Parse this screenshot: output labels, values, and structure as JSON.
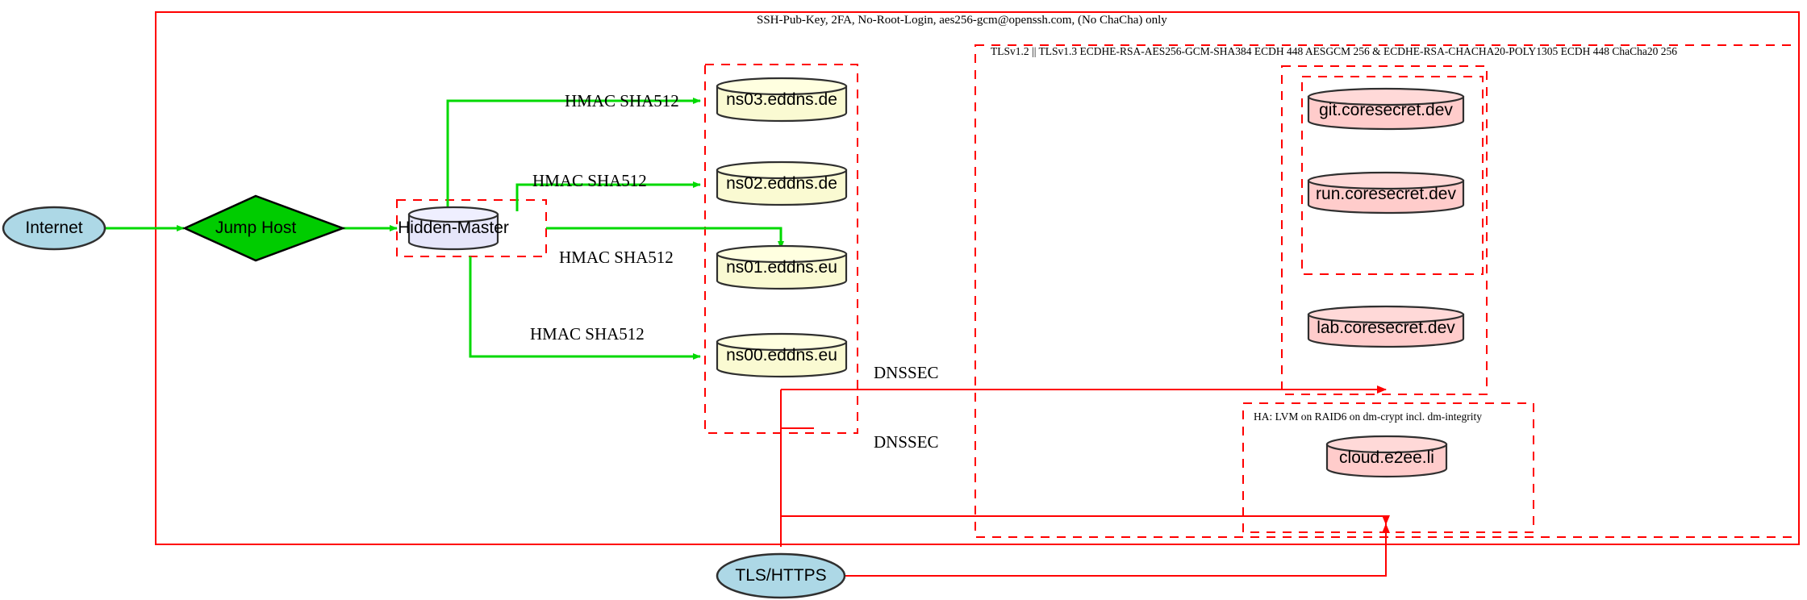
{
  "diagram": {
    "title": "Infrastructure network topology",
    "colors": {
      "boundary_red": "#ff0000",
      "edge_green": "#00d900",
      "edge_red": "#ff0000",
      "ellipse_fill": "#add8e6",
      "diamond_fill": "#00cc00",
      "master_fill": "#e6e6fa",
      "dns_fill": "#fafad2",
      "service_fill": "#ffcccb",
      "stroke_dark": "#2f2f2f"
    },
    "groups": [
      {
        "id": "outer-ssh-boundary",
        "label": "SSH-Pub-Key, 2FA, No-Root-Login, aes256-gcm@openssh.com, (No ChaCha) only"
      },
      {
        "id": "tls-boundary",
        "label": "TLSv1.2 || TLSv1.3 ECDHE-RSA-AES256-GCM-SHA384 ECDH 448 AESGCM 256 & ECDHE-RSA-CHACHA20-POLY1305 ECDH 448 ChaCha20 256"
      },
      {
        "id": "ha-boundary",
        "label": "HA: LVM on RAID6 on dm-crypt incl. dm-integrity"
      },
      {
        "id": "hidden-master-boundary",
        "label": ""
      },
      {
        "id": "dns-cluster-boundary",
        "label": ""
      },
      {
        "id": "coresecret-boundary",
        "label": ""
      },
      {
        "id": "coresecret-inner-boundary",
        "label": ""
      }
    ],
    "nodes": [
      {
        "id": "internet",
        "label": "Internet",
        "shape": "ellipse"
      },
      {
        "id": "jump-host",
        "label": "Jump Host",
        "shape": "diamond"
      },
      {
        "id": "hidden-master",
        "label": "Hidden-Master",
        "shape": "cylinder"
      },
      {
        "id": "ns03",
        "label": "ns03.eddns.de",
        "shape": "cylinder"
      },
      {
        "id": "ns02",
        "label": "ns02.eddns.de",
        "shape": "cylinder"
      },
      {
        "id": "ns01",
        "label": "ns01.eddns.eu",
        "shape": "cylinder"
      },
      {
        "id": "ns00",
        "label": "ns00.eddns.eu",
        "shape": "cylinder"
      },
      {
        "id": "git",
        "label": "git.coresecret.dev",
        "shape": "cylinder"
      },
      {
        "id": "run",
        "label": "run.coresecret.dev",
        "shape": "cylinder"
      },
      {
        "id": "lab",
        "label": "lab.coresecret.dev",
        "shape": "cylinder"
      },
      {
        "id": "cloud",
        "label": "cloud.e2ee.li",
        "shape": "cylinder"
      },
      {
        "id": "tls-https",
        "label": "TLS/HTTPS",
        "shape": "ellipse"
      }
    ],
    "edge_labels": [
      {
        "id": "hmac-ns03",
        "label": "HMAC SHA512"
      },
      {
        "id": "hmac-ns02",
        "label": "HMAC SHA512"
      },
      {
        "id": "hmac-ns01",
        "label": "HMAC SHA512"
      },
      {
        "id": "hmac-ns00",
        "label": "HMAC SHA512"
      },
      {
        "id": "dnssec-top",
        "label": "DNSSEC"
      },
      {
        "id": "dnssec-bot",
        "label": "DNSSEC"
      }
    ]
  }
}
